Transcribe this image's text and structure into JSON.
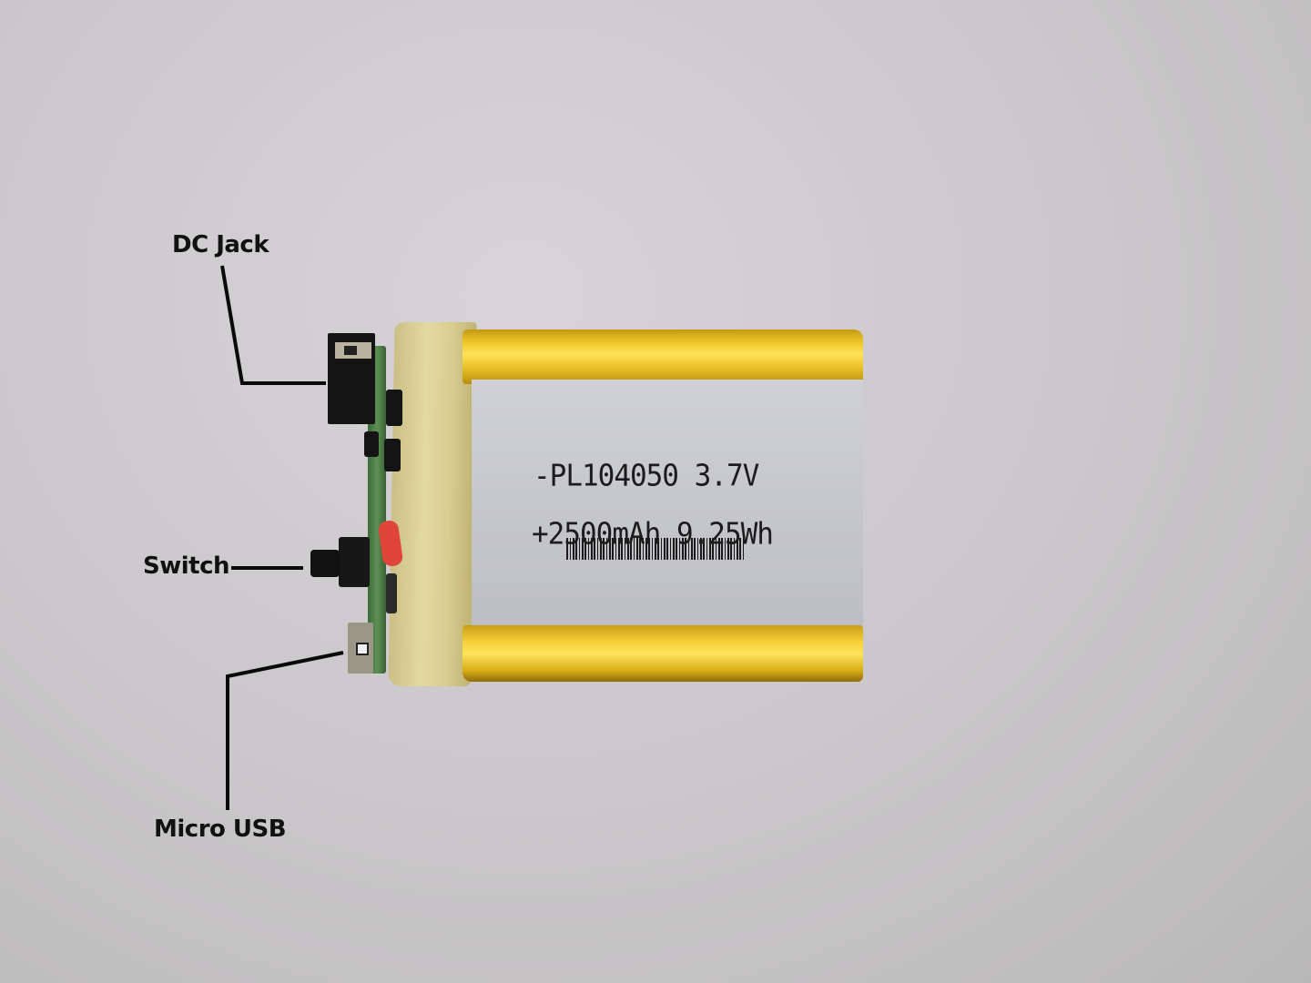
{
  "annotations": {
    "dc_jack": "DC Jack",
    "switch": "Switch",
    "micro_usb": "Micro USB"
  },
  "battery": {
    "model_line": "-PL104050 3.7V",
    "capacity_line": "+2500mAh 9.25Wh",
    "model": "PL104050",
    "voltage": "3.7V",
    "capacity": "2500mAh",
    "energy": "9.25Wh"
  },
  "colors": {
    "background": "#cfcdcf",
    "battery_wrap": "#f0c82a",
    "battery_face": "#c6c7cb",
    "pcb": "#4f7d47",
    "annotation": "#111111"
  }
}
